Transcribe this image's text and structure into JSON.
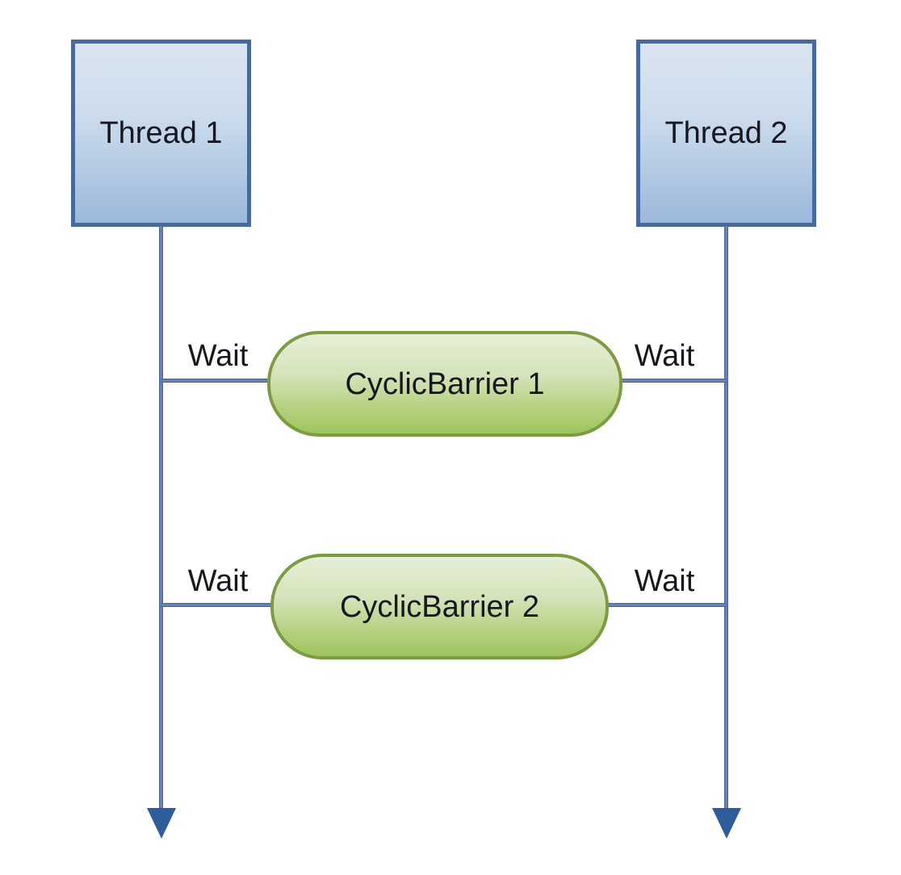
{
  "diagram": {
    "type": "sequence-diagram",
    "threads": [
      {
        "label": "Thread 1"
      },
      {
        "label": "Thread 2"
      }
    ],
    "barriers": [
      {
        "label": "CyclicBarrier 1"
      },
      {
        "label": "CyclicBarrier 2"
      }
    ],
    "waits": [
      {
        "label": "Wait"
      },
      {
        "label": "Wait"
      },
      {
        "label": "Wait"
      },
      {
        "label": "Wait"
      }
    ],
    "colors": {
      "background": "#ffffff",
      "thread_box_fill_top": "#dae5f2",
      "thread_box_fill_bottom": "#9bb7da",
      "thread_box_border": "#47699b",
      "barrier_fill_top": "#e6efd8",
      "barrier_fill_bottom": "#9fc55f",
      "barrier_border": "#7d9b43",
      "connector_line": "#4a72a6",
      "arrowhead": "#2f5d9b",
      "text": "#17171f"
    }
  }
}
